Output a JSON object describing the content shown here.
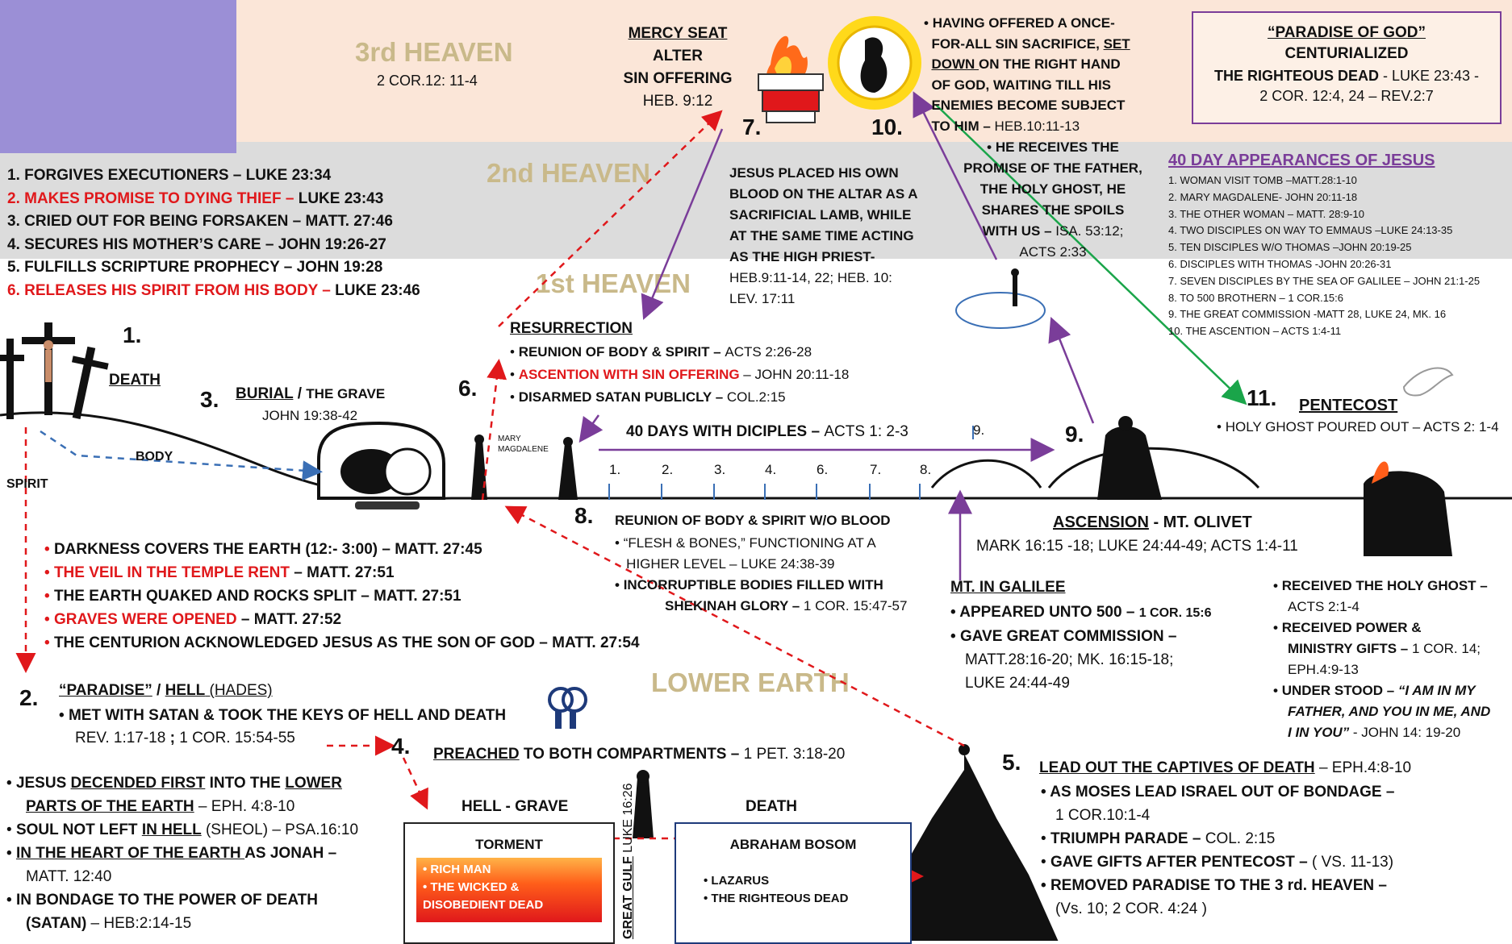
{
  "heavens": {
    "third": {
      "title": "3rd HEAVEN",
      "ref": "2 COR.12: 11-4"
    },
    "second": {
      "title": "2nd HEAVEN"
    },
    "first": {
      "title": "1st HEAVEN"
    },
    "lower": {
      "title": "LOWER EARTH"
    }
  },
  "mercy_seat": {
    "line1": "MERCY SEAT",
    "line2": "ALTER",
    "line3": "SIN OFFERING",
    "ref": "HEB. 9:12",
    "num": "7."
  },
  "seated": {
    "num": "10.",
    "l1": "HAVING OFFERED A ONCE-",
    "l2a": "FOR-ALL SIN SACRIFICE, ",
    "l2b": "SET",
    "l3a": "DOWN ",
    "l3b": "ON THE RIGHT HAND",
    "l4": "OF GOD, WAITING TILL HIS",
    "l5": "ENEMIES BECOME SUBJECT",
    "l6a": "TO HIM – ",
    "l6b": "HEB.10:11-13",
    "p1": "HE RECEIVES THE",
    "p2": "PROMISE OF THE FATHER,",
    "p3": "THE HOLY GHOST, HE",
    "p4": "SHARES THE SPOILS",
    "p5a": "WITH US – ",
    "p5b": "ISA. 53:12;",
    "p6": "ACTS 2:33"
  },
  "paradise_of_god": {
    "title": "“PARADISE OF GOD”",
    "sub": "CENTURIALIZED",
    "l1a": "THE RIGHTEOUS DEAD",
    "l1b": "  - LUKE 23:43 -",
    "l2": "2 COR. 12:4, 24 – REV.2:7"
  },
  "cross_sayings": [
    {
      "n": "1.",
      "text": "FORGIVES EXECUTIONERS – ",
      "ref": "LUKE 23:34",
      "red": false
    },
    {
      "n": "2.",
      "text": "MAKES PROMISE TO DYING THIEF – ",
      "ref": "LUKE 23:43",
      "red": true
    },
    {
      "n": "3.",
      "text": "CRIED OUT FOR BEING FORSAKEN – ",
      "ref": "MATT. 27:46",
      "red": false
    },
    {
      "n": "4.",
      "text": "SECURES HIS MOTHER’S CARE –  ",
      "ref": "JOHN 19:26-27",
      "red": false
    },
    {
      "n": "5.",
      "text": "FULFILLS SCRIPTURE PROPHECY – ",
      "ref": "JOHN 19:28",
      "red": false
    },
    {
      "n": "6.",
      "text": "RELEASES HIS SPIRIT FROM HIS BODY – ",
      "ref": "LUKE 23:46",
      "red": true
    }
  ],
  "altar_text": {
    "l1": "JESUS PLACED HIS  OWN",
    "l2": "BLOOD ON THE ALTAR AS A",
    "l3": "SACRIFICIAL LAMB, WHILE",
    "l4": "AT THE SAME TIME ACTING",
    "l5": "AS THE HIGH PRIEST-",
    "l6": "HEB.9:11-14, 22; HEB. 10:",
    "l7": "LEV. 17:11"
  },
  "appearances": {
    "title": "40 DAY APPEARANCES OF JESUS",
    "items": [
      "1.  WOMAN VISIT TOMB –MATT.28:1-10",
      "2.   MARY MAGDALENE- JOHN 20:11-18",
      "3.   THE OTHER WOMAN – MATT. 28:9-10",
      "4.   TWO DISCIPLES  ON WAY TO EMMAUS –LUKE 24:13-35",
      "5.   TEN DISCIPLES  W/O THOMAS –JOHN 20:19-25",
      "6.   DISCIPLES WITH THOMAS  -JOHN 20:26-31",
      "7.   SEVEN DISCIPLES  BY THE SEA OF GALILEE – JOHN 21:1-25",
      "8.   TO 500 BROTHERN – 1 COR.15:6",
      "9.   THE GREAT COMMISSION -MATT 28, LUKE  24, MK. 16",
      "10.    THE ASCENTION – ACTS  1:4-11"
    ]
  },
  "death": {
    "num": "1.",
    "label": "DEATH",
    "spirit": "SPIRIT",
    "body": "BODY"
  },
  "burial": {
    "num": "3.",
    "title": "BURIAL",
    "sep": " / ",
    "sub": "THE GRAVE",
    "ref": "JOHN 19:38-42"
  },
  "resurrection": {
    "num": "6.",
    "title": "RESURRECTION",
    "items": [
      {
        "b": "REUNION  OF BODY & SPIRIT – ",
        "r": "ACTS 2:26-28",
        "red": false
      },
      {
        "b": "ASCENTION WITH SIN OFFERING",
        "r": " – JOHN 20:11-18",
        "red": true
      },
      {
        "b": "DISARMED SATAN PUBLICLY – ",
        "r": "COL.2:15",
        "red": false
      }
    ]
  },
  "forty_days": {
    "label": "40 DAYS WITH DICIPLES – ",
    "ref": "ACTS 1: 2-3",
    "marks": [
      "1.",
      "2.",
      "3.",
      "4.",
      "6.",
      "7.",
      "8.",
      "9."
    ],
    "mary": "MARY\nMAGDALENE"
  },
  "reunion8": {
    "num": "8.",
    "title": "REUNION  OF BODY & SPIRIT W/O BLOOD",
    "l1": "“FLESH & BONES,” FUNCTIONING AT A",
    "l2": "HIGHER LEVEL – LUKE 24:38-39",
    "l3": "INCORRUPTIBLE BODIES FILLED WITH",
    "l4a": "SHEKINAH GLORY – ",
    "l4b": "1 COR. 15:47-57"
  },
  "ascension": {
    "num": "9.",
    "title": "ASCENSION",
    "sub": " - MT. OLIVET",
    "ref": "MARK 16:15 -18; LUKE 24:44-49; ACTS 1:4-11"
  },
  "galilee": {
    "title": "MT. IN GALILEE",
    "i1a": "APPEARED UNTO 500 – ",
    "i1b": "1 COR. 15:6",
    "i2": "GAVE GREAT COMMISSION –",
    "i2r1": "MATT.28:16-20; MK.  16:15-18;",
    "i2r2": "LUKE 24:44-49"
  },
  "pentecost": {
    "num": "11.",
    "title": "PENTECOST",
    "sub": "HOLY GHOST POURED OUT – ACTS 2: 1-4",
    "i1": "RECEIVED THE HOLY GHOST –",
    "i1r": "ACTS 2:1-4",
    "i2": "RECEIVED POWER &",
    "i2b": "MINISTRY GIFTS – ",
    "i2r": "1 COR. 14;",
    "i2r2": "EPH.4:9-13",
    "i3": "UNDER STOOD – ",
    "i3q1": "“I AM IN MY",
    "i3q2": "FATHER, AND YOU IN ME, AND",
    "i3q3": "I IN YOU”",
    "i3r": " -  JOHN 14: 19-20"
  },
  "darkness": [
    {
      "b": "DARKNESS COVERS THE EARTH (12:- 3:00) – ",
      "r": "MATT. 27:45",
      "red": false
    },
    {
      "b": "THE VEIL IN THE TEMPLE RENT",
      "r": " – MATT. 27:51",
      "red": true
    },
    {
      "b": "THE EARTH QUAKED AND ROCKS SPLIT – ",
      "r": "MATT. 27:51",
      "red": false
    },
    {
      "b": "GRAVES WERE OPENED",
      "r": " – MATT. 27:52",
      "red": true
    },
    {
      "b": "THE CENTURION ACKNOWLEDGED JESUS AS THE SON OF GOD – ",
      "r": "MATT. 27:54",
      "red": false
    }
  ],
  "paradise_hell": {
    "num": "2.",
    "t1": "“PARADISE”",
    "t2": " / ",
    "t3": "HELL",
    "t4": " (HADES)",
    "i1": "MET WITH SATAN & TOOK THE KEYS OF HELL AND DEATH",
    "r1a": "REV. 1:17-18",
    "r1b": " ; ",
    "r1c": "1 COR. 15:54-55"
  },
  "descended": [
    {
      "a": "JESUS ",
      "u1": "DECENDED FIRST",
      "b": " INTO  THE ",
      "u2": "LOWER",
      "c": "",
      "l2u": "PARTS OF THE EARTH",
      "l2": " – EPH. 4:8-10"
    },
    {
      "a": "SOUL NOT LEFT ",
      "u1": "IN HELL",
      "b": " (SHEOL) – PSA.16:10"
    },
    {
      "u1": "IN THE HEART OF THE EARTH ",
      "b": "AS JONAH –",
      "l2": "MATT. 12:40"
    },
    {
      "a": "IN BONDAGE TO THE POWER OF DEATH",
      "l2b": "(SATAN)",
      "l2": " – HEB:2:14-15"
    }
  ],
  "preached": {
    "num": "4.",
    "title": "PREACHED",
    "text": " TO BOTH COMPARTMENTS – ",
    "ref": "1 PET. 3:18-20"
  },
  "hell_grave": {
    "title": "HELL - GRAVE",
    "death": "DEATH",
    "torment": "TORMENT",
    "t1": "• RICH MAN",
    "t2": "• THE WICKED &",
    "t3": "DISOBEDIENT DEAD",
    "gulf": "GREAT GULF",
    "gulf_ref": "LUKE 16:26"
  },
  "abraham": {
    "title": "ABRAHAM BOSOM",
    "i1": "• LAZARUS",
    "i2": "• THE RIGHTEOUS DEAD"
  },
  "captives": {
    "num": "5.",
    "title": "LEAD OUT THE CAPTIVES OF DEATH",
    "ref": " – EPH.4:8-10",
    "i1": "AS MOSES LEAD ISRAEL OUT OF BONDAGE –",
    "i1r": "1 COR.10:1-4",
    "i2": "TRIUMPH PARADE – ",
    "i2r": "COL. 2:15",
    "i3": "GAVE GIFTS AFTER PENTECOST – ",
    "i3r": "( VS. 11-13)",
    "i4": "REMOVED PARADISE TO THE 3 rd. HEAVEN –",
    "i4r": "(Vs. 10; 2 COR. 4:24 )"
  },
  "colors": {
    "red": "#e0181b",
    "purple": "#7a3d99",
    "blue": "#3a6fb5",
    "green": "#1aa54a",
    "heaven_text": "#c9b98a"
  }
}
